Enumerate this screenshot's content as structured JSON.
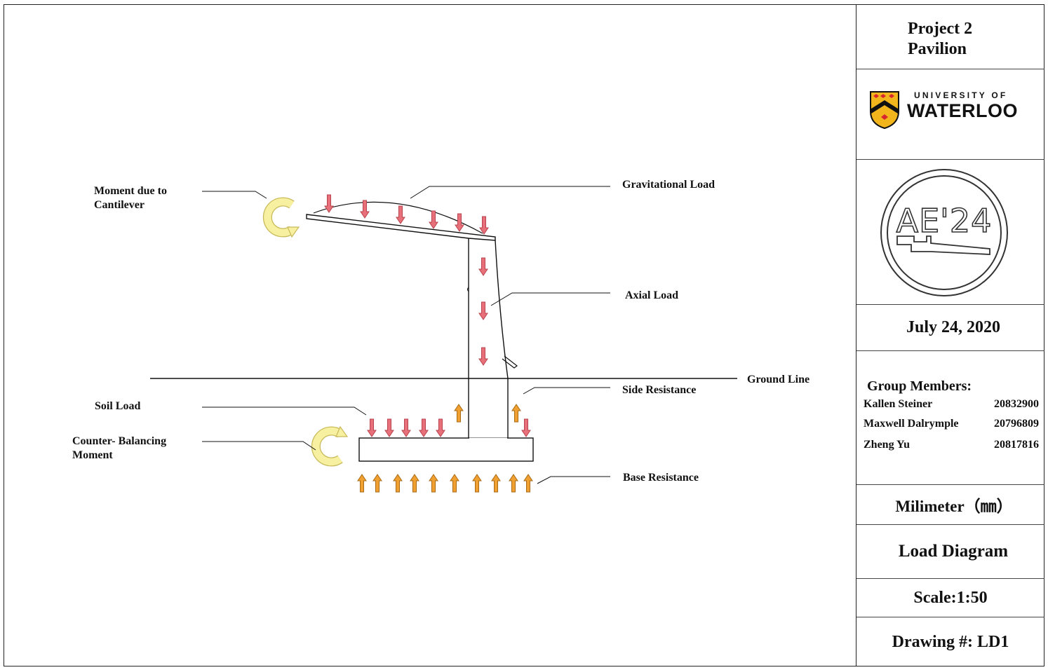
{
  "labels": {
    "moment_cantilever_line1": "Moment due to",
    "moment_cantilever_line2": "Cantilever",
    "gravitational_load": "Gravitational Load",
    "axial_load": "Axial Load",
    "ground_line": "Ground Line",
    "side_resistance": "Side Resistance",
    "soil_load": "Soil Load",
    "counter_moment_line1": "Counter- Balancing",
    "counter_moment_line2": "Moment",
    "base_resistance": "Base Resistance"
  },
  "title_block": {
    "project_line1": "Project 2",
    "project_line2": "Pavilion",
    "university_line1": "UNIVERSITY OF",
    "university_line2": "WATERLOO",
    "emblem_text": "AE'24",
    "date": "July 24, 2020",
    "group_heading": "Group Members:",
    "members": [
      {
        "name": "Kallen Steiner",
        "id": "20832900"
      },
      {
        "name": "Maxwell Dalrymple",
        "id": "20796809"
      },
      {
        "name": "Zheng Yu",
        "id": "20817816"
      }
    ],
    "units": "Milimeter（㎜）",
    "drawing_title": "Load Diagram",
    "scale": "Scale:1:50",
    "drawing_number": "Drawing #: LD1"
  },
  "colors": {
    "load_arrow": "#e8707a",
    "load_arrow_stroke": "#b8434e",
    "resistance_arrow": "#f0a030",
    "resistance_arrow_stroke": "#a86a14",
    "moment_fill": "#f7f0a0",
    "moment_stroke": "#c8ba5a",
    "crest_gold": "#f2b51c",
    "crest_red": "#d8262f"
  },
  "icons": {
    "load_arrow": "down-arrow-icon",
    "resistance_arrow": "up-arrow-icon",
    "moment_symbol": "curved-arrow-icon",
    "crest": "university-crest-icon",
    "emblem": "class-emblem-icon"
  }
}
